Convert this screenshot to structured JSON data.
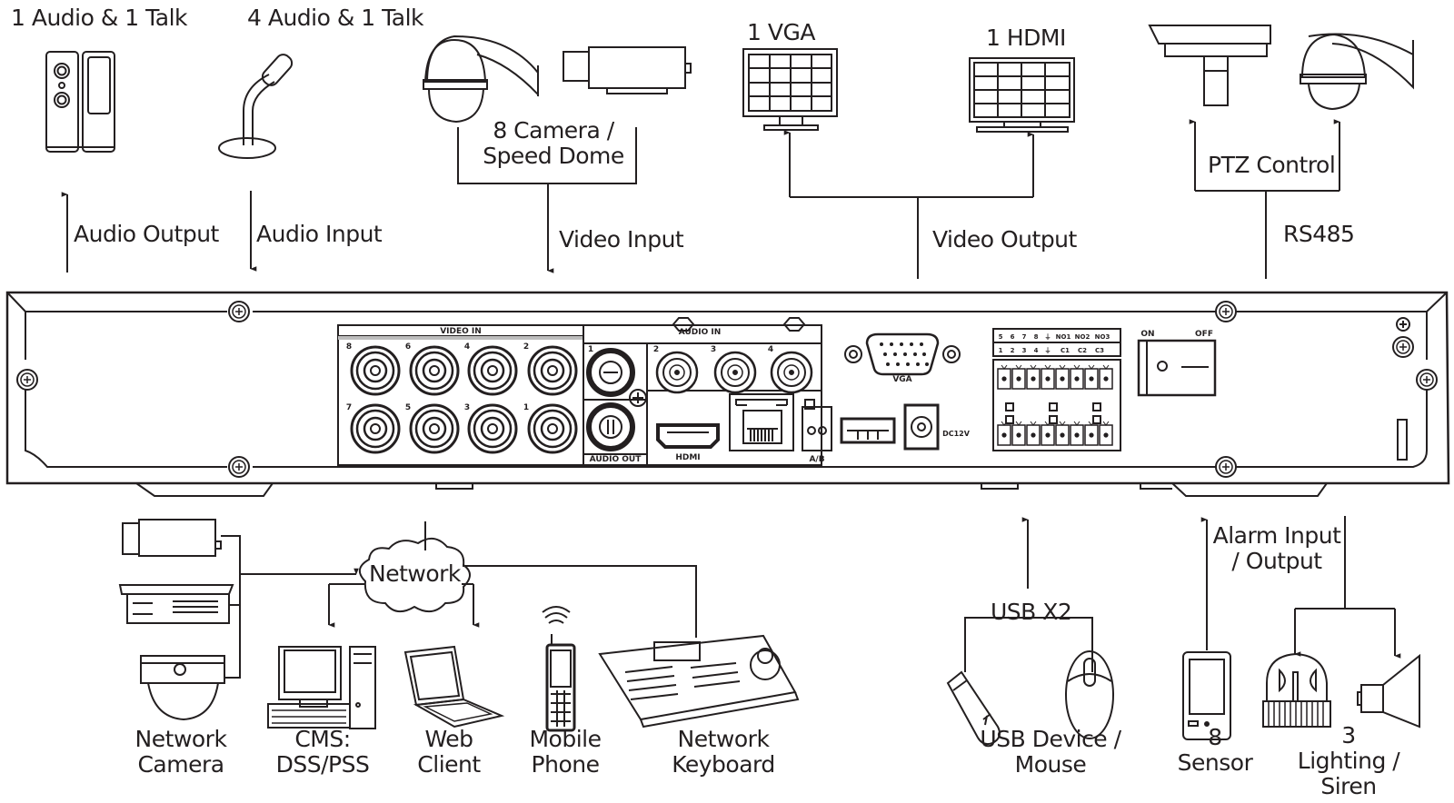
{
  "diagram": {
    "title": "DVR rear panel connection diagram",
    "top": {
      "audio_output_devices": "1 Audio  & 1 Talk",
      "audio_input_devices": "4 Audio & 1 Talk",
      "audio_output_label": "Audio  Output",
      "audio_input_label": "Audio  Input",
      "camera_label": "8 Camera /\nSpeed Dome",
      "video_input_label": "Video Input",
      "vga_monitor_label": "1 VGA",
      "hdmi_monitor_label": "1 HDMI",
      "video_output_label": "Video Output",
      "ptz_label": "PTZ Control",
      "rs485_label": "RS485"
    },
    "panel": {
      "video_in_label": "VIDEO IN",
      "video_in_ports": [
        "8",
        "6",
        "4",
        "2",
        "7",
        "5",
        "3",
        "1"
      ],
      "audio_in_label": "AUDIO IN",
      "audio_in_ports": [
        "1",
        "2",
        "3",
        "4"
      ],
      "audio_out_label": "AUDIO OUT",
      "hdmi_label": "HDMI",
      "rs485_port_label": "A/B",
      "vga_label": "VGA",
      "power_label": "DC12V",
      "alarm_top_row": [
        "5",
        "6",
        "7",
        "8",
        "⏚",
        "NO1",
        "NO2",
        "NO3"
      ],
      "alarm_bottom_row": [
        "1",
        "2",
        "3",
        "4",
        "⏚",
        "C1",
        "C2",
        "C3"
      ],
      "switch_on": "ON",
      "switch_off": "OFF"
    },
    "bottom": {
      "network_label": "Network",
      "network_camera": "Network\nCamera",
      "cms": "CMS:\nDSS/PSS",
      "web_client": "Web\nClient",
      "mobile_phone": "Mobile\nPhone",
      "network_keyboard": "Network\nKeyboard",
      "usb_label": "USB X2",
      "usb_devices": "USB Device /\nMouse",
      "alarm_label": "Alarm Input\n/ Output",
      "sensor": "8\nSensor",
      "lighting": "3 Lighting /\nSiren"
    }
  }
}
